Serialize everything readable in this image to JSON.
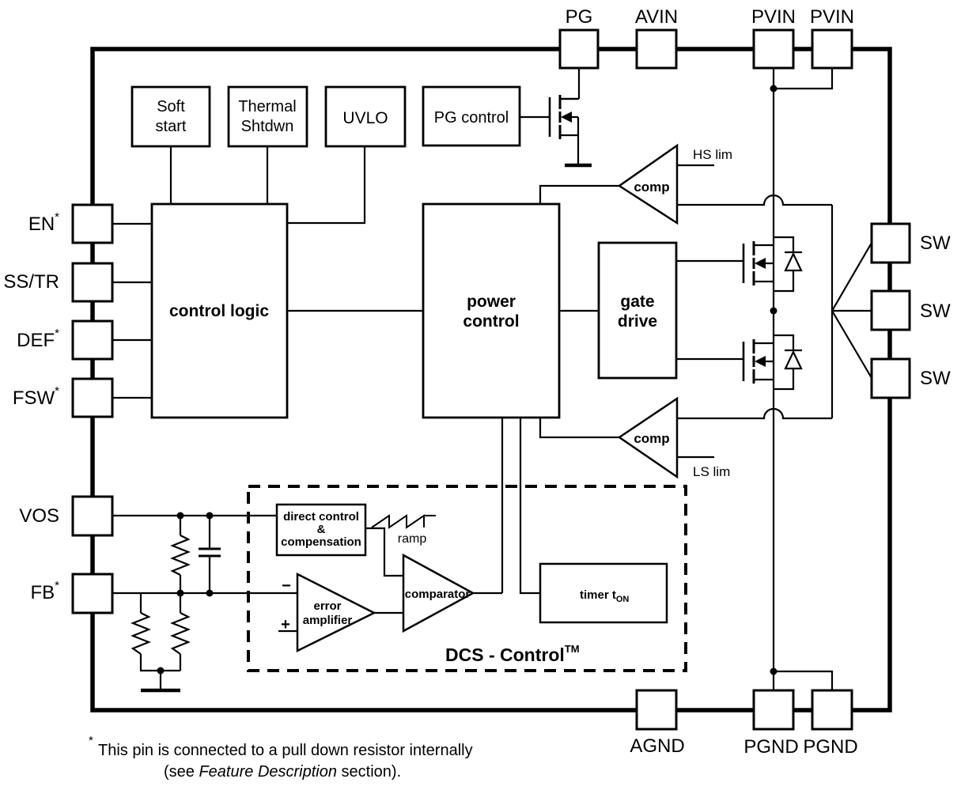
{
  "colors": {
    "ink": "#000000",
    "background": "#ffffff"
  },
  "pins": {
    "top": [
      {
        "label": "PG"
      },
      {
        "label": "AVIN"
      },
      {
        "label": "PVIN"
      },
      {
        "label": "PVIN"
      }
    ],
    "left": [
      {
        "label": "EN",
        "sup": "*"
      },
      {
        "label": "SS/TR",
        "sup": ""
      },
      {
        "label": "DEF",
        "sup": "*"
      },
      {
        "label": "FSW",
        "sup": "*"
      },
      {
        "label": "VOS",
        "sup": ""
      },
      {
        "label": "FB",
        "sup": "*"
      }
    ],
    "right": [
      {
        "label": "SW"
      },
      {
        "label": "SW"
      },
      {
        "label": "SW"
      }
    ],
    "bottom": [
      {
        "label": "AGND"
      },
      {
        "label": "PGND"
      },
      {
        "label": "PGND"
      }
    ]
  },
  "blocks": {
    "soft_start": {
      "line1": "Soft",
      "line2": "start"
    },
    "thermal_shutdown": {
      "line1": "Thermal",
      "line2": "Shtdwn"
    },
    "uvlo": {
      "label": "UVLO"
    },
    "pg_control": {
      "label": "PG control"
    },
    "control_logic": {
      "label": "control logic"
    },
    "power_control": {
      "line1": "power",
      "line2": "control"
    },
    "gate_drive": {
      "line1": "gate",
      "line2": "drive"
    },
    "hs_comparator": {
      "label": "comp",
      "limit": "HS lim"
    },
    "ls_comparator": {
      "label": "comp",
      "limit": "LS lim"
    },
    "direct_control": {
      "line1": "direct control",
      "line2": "&",
      "line3": "compensation"
    },
    "ramp": {
      "label": "ramp"
    },
    "error_amplifier": {
      "line1": "error",
      "line2": "amplifier",
      "minus": "−",
      "plus": "+"
    },
    "comparator": {
      "label": "comparator"
    },
    "timer": {
      "label": "timer t",
      "sub": "ON"
    },
    "dcs_control": {
      "label": "DCS - Control",
      "sup": "TM"
    }
  },
  "footnote": {
    "sup": "*",
    "line1": "This pin is connected to a pull down resistor internally",
    "line2_pre": "(see ",
    "line2_italic": "Feature Description",
    "line2_post": " section)."
  }
}
